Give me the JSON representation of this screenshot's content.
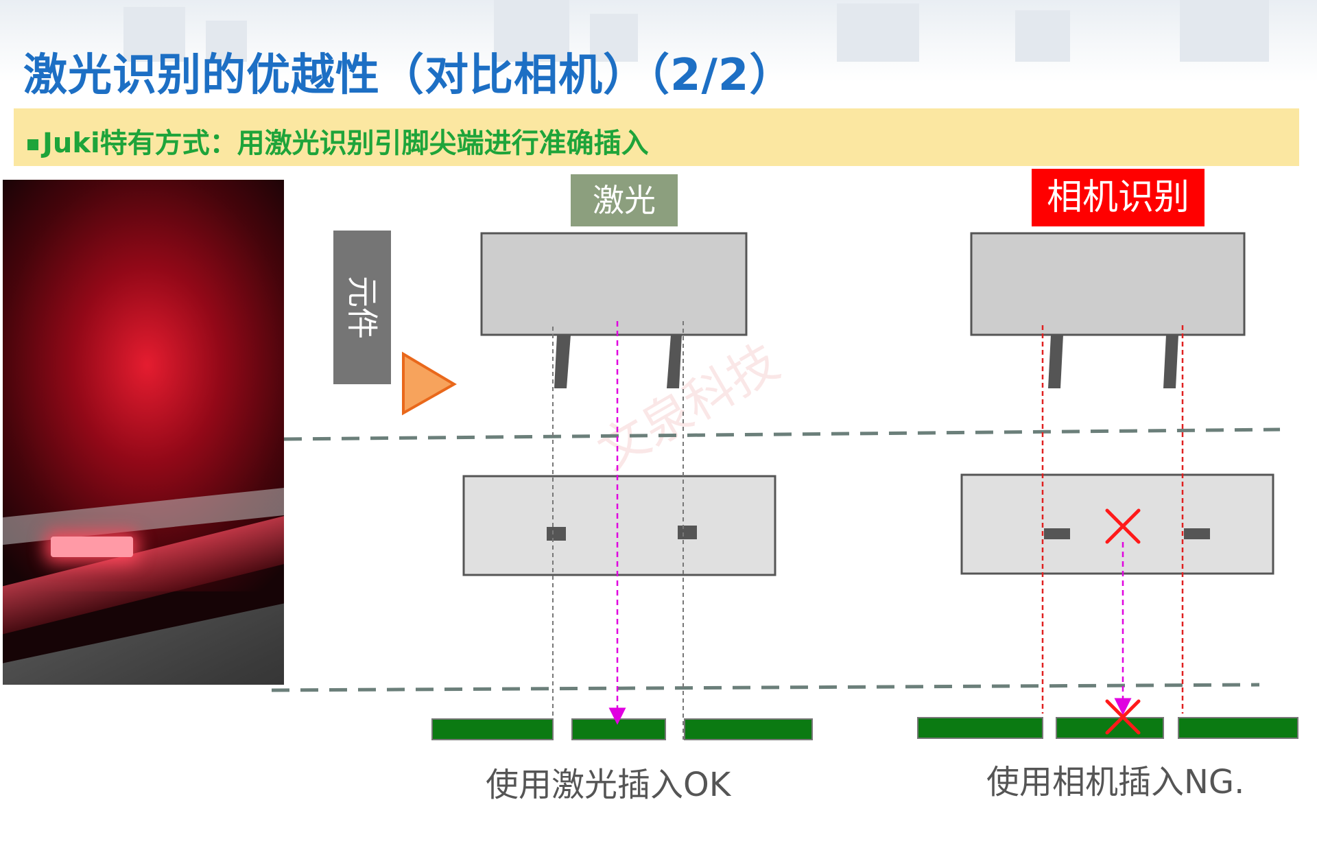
{
  "title": "激光识别的优越性（对比相机）（2/2）",
  "banner": "Juki特有方式：用激光识别引脚尖端进行准确插入",
  "labels": {
    "laser": "激光",
    "camera": "相机识别",
    "component": "元件"
  },
  "captions": {
    "laser_result": "使用激光插入OK",
    "camera_result": "使用相机插入NG."
  },
  "watermark": "文泉科技",
  "icons": {
    "play": "play-triangle-icon",
    "fail": "red-x-icon",
    "bullet": "green-square-bullet-icon"
  },
  "colors": {
    "title": "#1d6fc4",
    "banner_bg": "#fbe7a1",
    "banner_text": "#1ea43a",
    "laser_tag": "#8c9f7e",
    "camera_tag": "#ff0000",
    "component_tag": "#757575",
    "board": "#0b7a12",
    "play_arrow": "#f7a35c",
    "laser_path": "#e000e0",
    "camera_lines": "#e02020"
  }
}
